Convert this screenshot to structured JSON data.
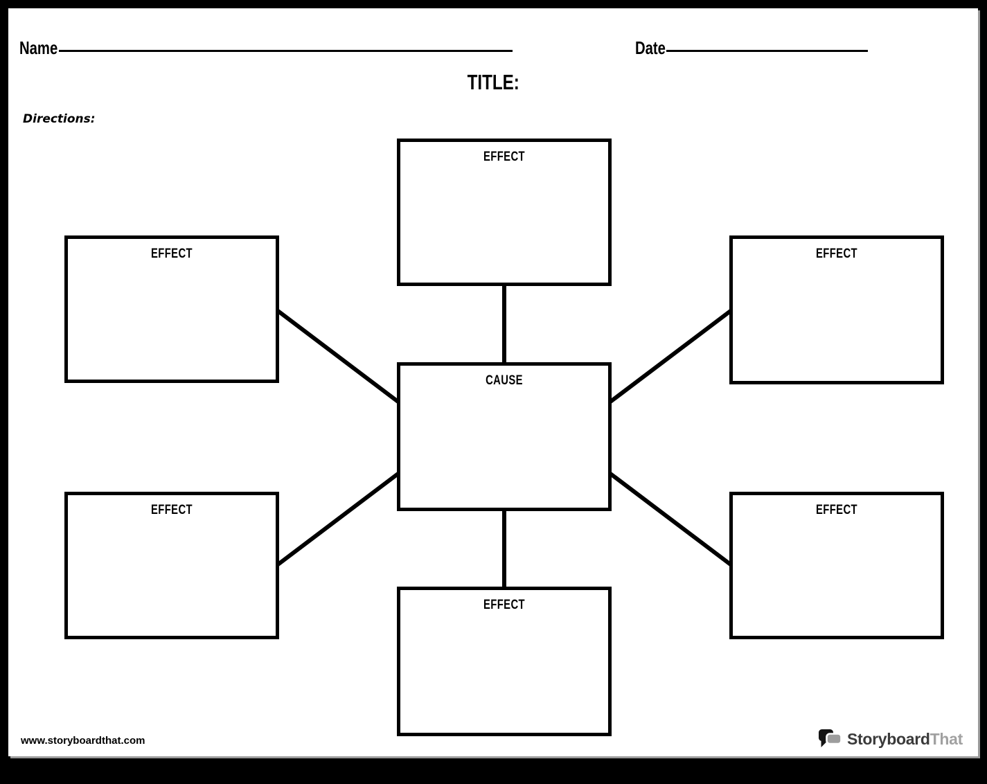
{
  "header": {
    "name_label": "Name",
    "date_label": "Date",
    "title_label": "TITLE:",
    "directions_label": "Directions:"
  },
  "diagram": {
    "center": {
      "label": "CAUSE"
    },
    "nodes": [
      {
        "position": "top",
        "label": "EFFECT"
      },
      {
        "position": "upper-left",
        "label": "EFFECT"
      },
      {
        "position": "upper-right",
        "label": "EFFECT"
      },
      {
        "position": "lower-left",
        "label": "EFFECT"
      },
      {
        "position": "lower-right",
        "label": "EFFECT"
      },
      {
        "position": "bottom",
        "label": "EFFECT"
      }
    ]
  },
  "footer": {
    "website": "www.storyboardthat.com",
    "logo": {
      "primary": "Storyboard",
      "secondary": "That"
    }
  },
  "colors": {
    "ink": "#000000",
    "page": "#ffffff",
    "logo_primary": "#3a3a3a",
    "logo_secondary": "#a1a1a1"
  }
}
